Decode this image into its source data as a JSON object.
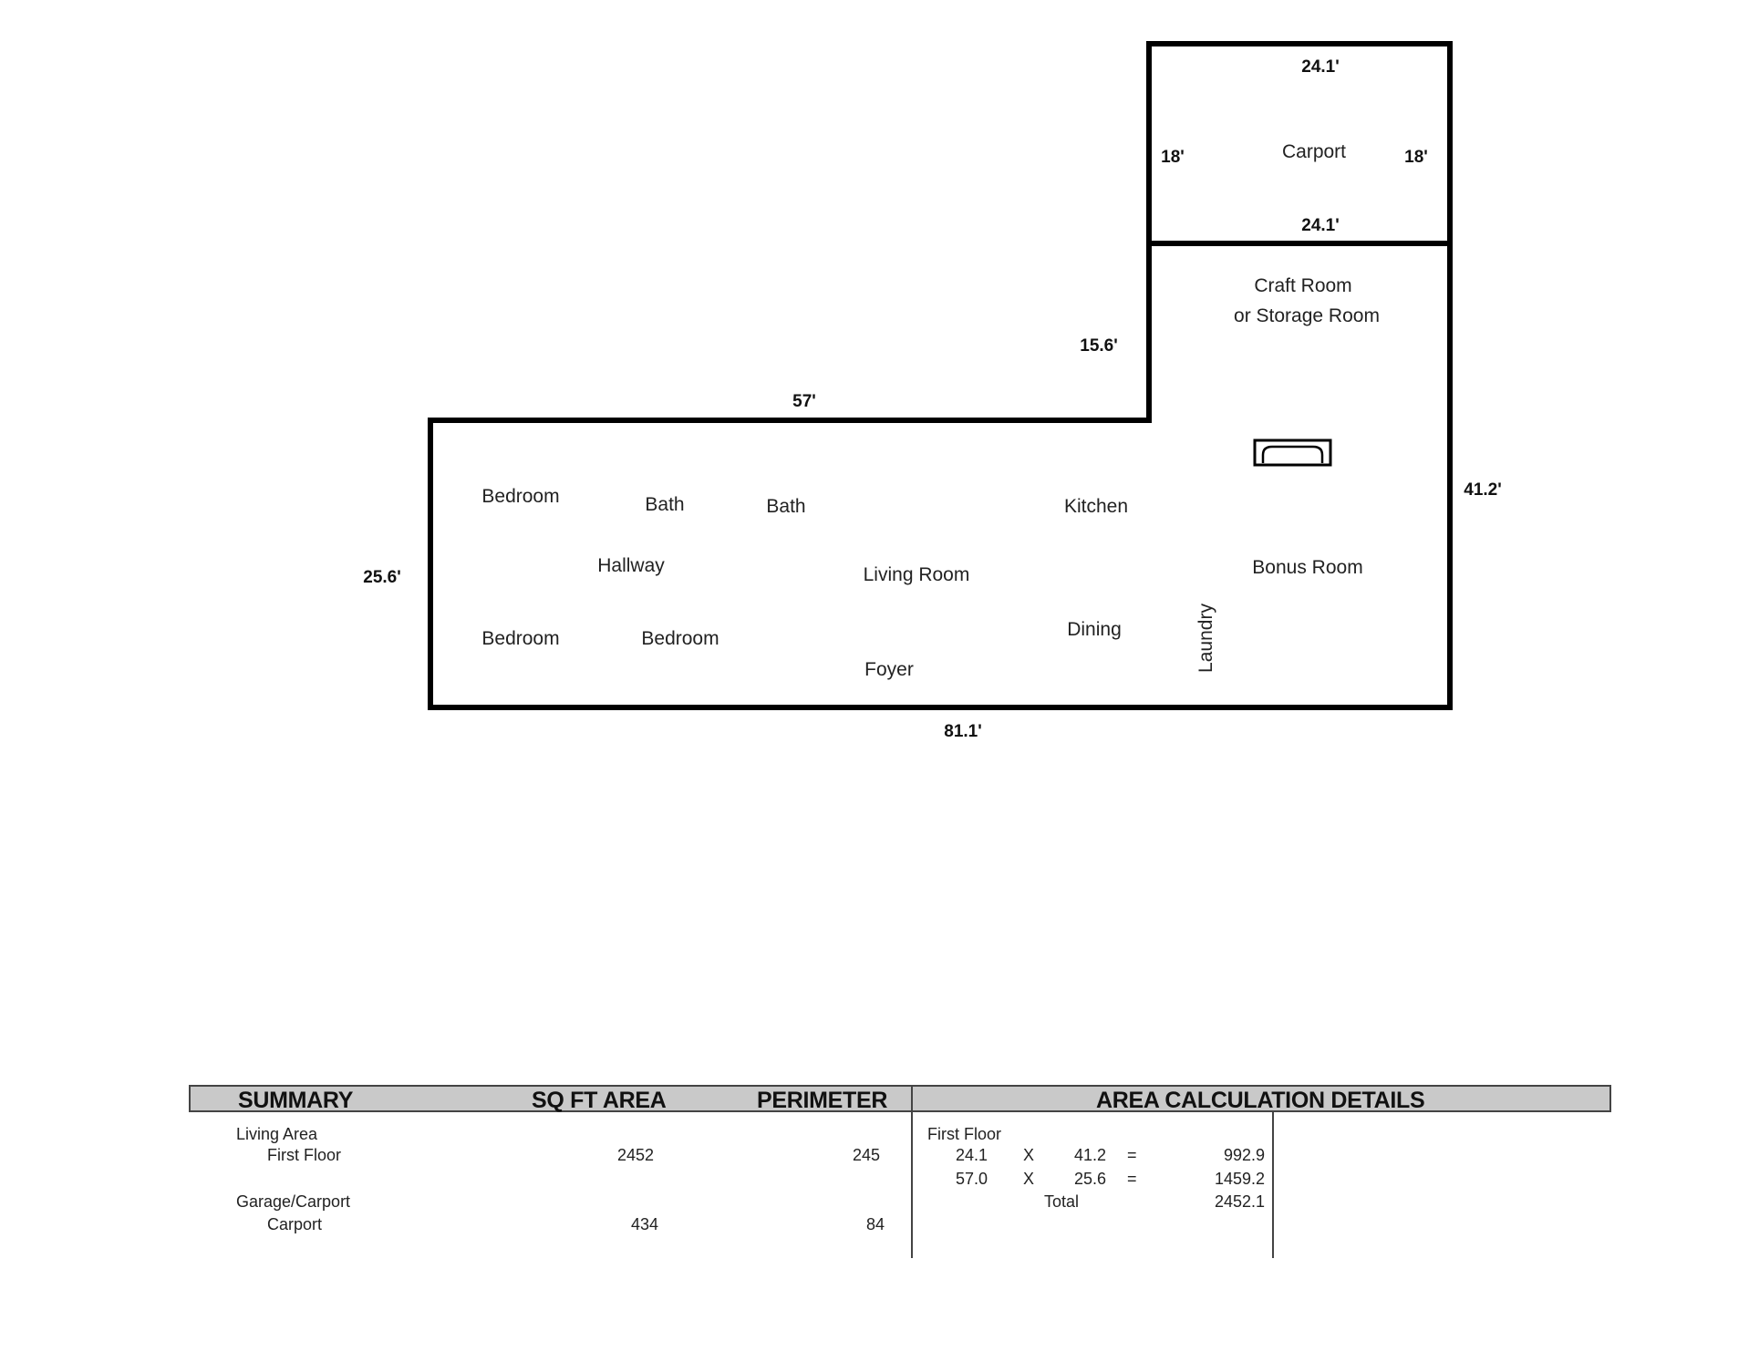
{
  "floorplan": {
    "rooms": {
      "carport": "Carport",
      "craft_line1": "Craft Room",
      "craft_line2": "or Storage Room",
      "bedroom_top": "Bedroom",
      "bath_1": "Bath",
      "bath_2": "Bath",
      "kitchen": "Kitchen",
      "hallway": "Hallway",
      "living_room": "Living Room",
      "bonus_room": "Bonus Room",
      "bedroom_bottom_left": "Bedroom",
      "bedroom_bottom_mid": "Bedroom",
      "dining": "Dining",
      "laundry": "Laundry",
      "foyer": "Foyer"
    },
    "dimensions": {
      "carport_top": "24.1'",
      "carport_left": "18'",
      "carport_right": "18'",
      "carport_bottom": "24.1'",
      "step_vertical": "15.6'",
      "top_wall": "57'",
      "right_wall": "41.2'",
      "left_wall": "25.6'",
      "bottom_wall": "81.1'"
    }
  },
  "summary": {
    "headers": {
      "summary": "SUMMARY",
      "sq_ft_area": "SQ FT AREA",
      "perimeter": "PERIMETER",
      "area_details": "AREA CALCULATION DETAILS"
    },
    "rows": [
      {
        "label": "Living Area",
        "indent": false,
        "area": "",
        "perimeter": ""
      },
      {
        "label": "First Floor",
        "indent": true,
        "area": "2452",
        "perimeter": "245"
      },
      {
        "label": "Garage/Carport",
        "indent": false,
        "area": "",
        "perimeter": ""
      },
      {
        "label": "Carport",
        "indent": true,
        "area": "434",
        "perimeter": "84"
      }
    ],
    "details": {
      "section": "First Floor",
      "lines": [
        {
          "a": "24.1",
          "op": "X",
          "b": "41.2",
          "eq": "=",
          "result": "992.9"
        },
        {
          "a": "57.0",
          "op": "X",
          "b": "25.6",
          "eq": "=",
          "result": "1459.2"
        }
      ],
      "total_label": "Total",
      "total_value": "2452.1"
    }
  }
}
